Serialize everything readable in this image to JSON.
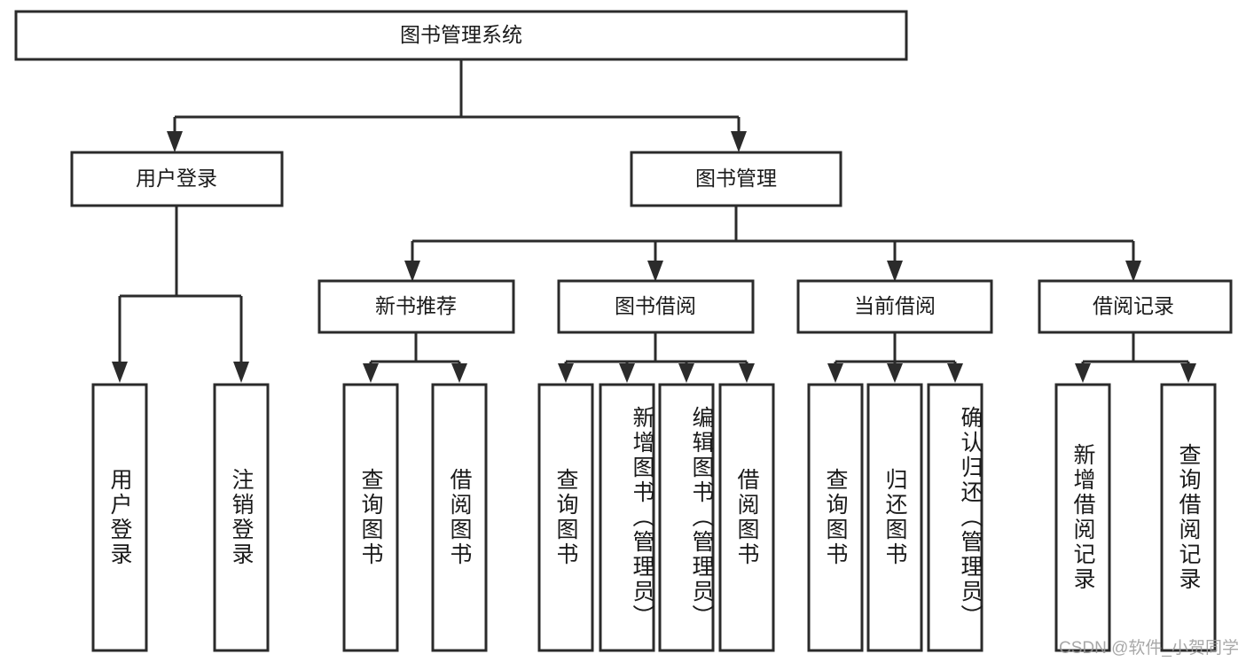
{
  "diagram": {
    "title": "图书管理系统",
    "watermark": "CSDN @软件_小贺同学",
    "root": {
      "label": "图书管理系统"
    },
    "level2": [
      {
        "label": "用户登录"
      },
      {
        "label": "图书管理"
      }
    ],
    "level3": [
      {
        "label": "新书推荐"
      },
      {
        "label": "图书借阅"
      },
      {
        "label": "当前借阅"
      },
      {
        "label": "借阅记录"
      }
    ],
    "leaves": {
      "user_login": [
        {
          "label": "用户登录"
        },
        {
          "label": "注销登录"
        }
      ],
      "new_book": [
        {
          "label": "查询图书"
        },
        {
          "label": "借阅图书"
        }
      ],
      "borrow_book": [
        {
          "label": "查询图书"
        },
        {
          "label": "新增图书（管理员）"
        },
        {
          "label": "编辑图书（管理员）"
        },
        {
          "label": "借阅图书"
        }
      ],
      "current_borrow": [
        {
          "label": "查询图书"
        },
        {
          "label": "归还图书"
        },
        {
          "label": "确认归还（管理员）"
        }
      ],
      "borrow_record": [
        {
          "label": "新增借阅记录"
        },
        {
          "label": "查询借阅记录"
        }
      ]
    },
    "colors": {
      "stroke": "#2b2b2b",
      "fill": "#ffffff",
      "text": "#1a1a1a",
      "watermark": "#9a9a9a"
    }
  }
}
